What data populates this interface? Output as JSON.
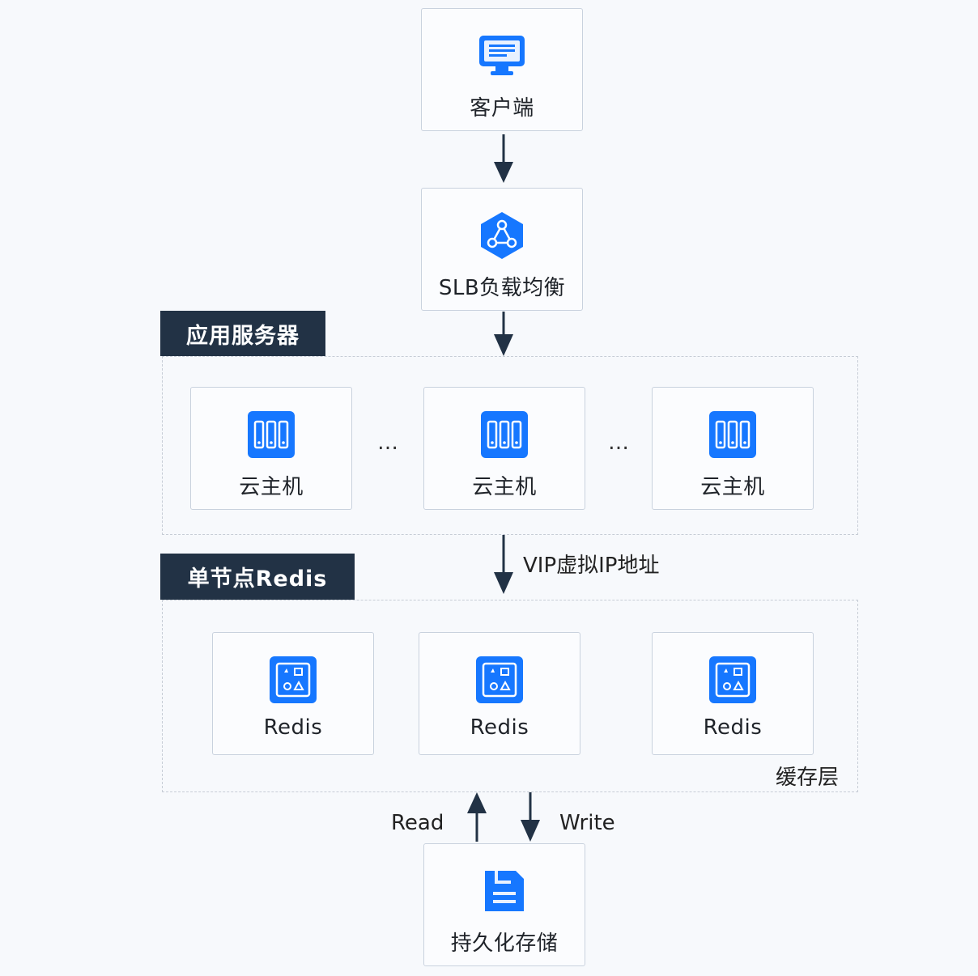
{
  "client": {
    "label": "客户端",
    "icon": "monitor-icon"
  },
  "slb": {
    "label": "SLB负载均衡",
    "icon": "cluster-icon"
  },
  "app_servers": {
    "tag": "应用服务器",
    "nodes": [
      "云主机",
      "云主机",
      "云主机"
    ],
    "ellipsis": "…",
    "icon": "server-icon"
  },
  "vip_label": "VIP虚拟IP地址",
  "redis_group": {
    "tag": "单节点Redis",
    "nodes": [
      "Redis",
      "Redis",
      "Redis"
    ],
    "layer_label": "缓存层",
    "icon": "redis-icon"
  },
  "read_label": "Read",
  "write_label": "Write",
  "storage": {
    "label": "持久化存储",
    "icon": "storage-icon"
  },
  "colors": {
    "icon_blue": "#1677ff",
    "arrow": "#223245",
    "tag_bg": "#223245"
  }
}
